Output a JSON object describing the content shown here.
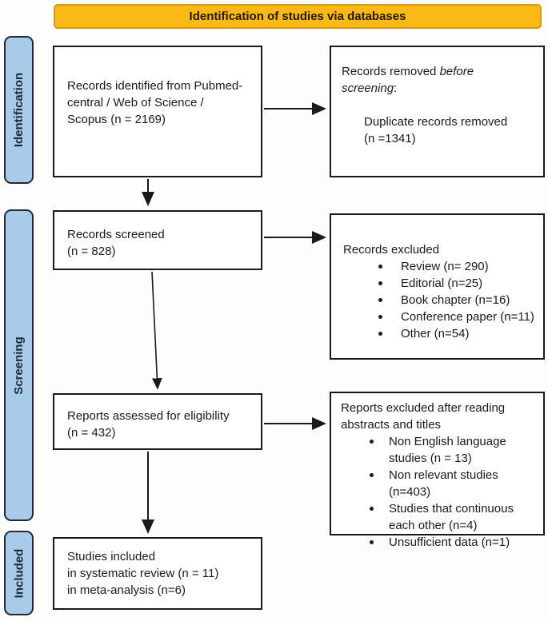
{
  "banner": {
    "title": "Identification of studies via databases"
  },
  "colors": {
    "banner_bg": "#FBB917",
    "banner_border": "#D49B10",
    "sidebar_bg": "#A9CBEA",
    "sidebar_border": "#1F2937",
    "box_bg": "#FFFFFF",
    "box_border": "#1A1A1A",
    "arrow": "#1A1A1A",
    "text": "#1A1A1A"
  },
  "sidebar": {
    "identification": "Identification",
    "screening": "Screening",
    "included": "Included"
  },
  "boxes": {
    "records_identified": {
      "lines": [
        "Records identified from Pubmed-",
        "central / Web of Science /",
        "Scopus  (n = 2169)"
      ]
    },
    "records_removed": {
      "line1_prefix": "Records removed ",
      "line1_italic": "before",
      "line2_italic": "screening",
      "line2_suffix": ":",
      "detail_lines": [
        "Duplicate records removed",
        "(n =1341)"
      ]
    },
    "records_screened": {
      "lines": [
        "Records screened",
        "(n = 828)"
      ]
    },
    "records_excluded": {
      "heading": "Records excluded",
      "items": [
        "Review (n= 290)",
        "Editorial (n=25)",
        "Book chapter (n=16)",
        "Conference paper (n=11)",
        "Other (n=54)"
      ]
    },
    "reports_assessed": {
      "lines": [
        "Reports assessed for eligibility",
        "(n = 432)"
      ]
    },
    "reports_excluded": {
      "heading_lines": [
        "Reports excluded after reading",
        "abstracts and titles"
      ],
      "items": [
        "Non English language studies (n = 13)",
        "Non relevant studies (n=403)",
        "Studies that continuous each other (n=4)",
        "Unsufficient data (n=1)"
      ]
    },
    "studies_included": {
      "lines": [
        "Studies included",
        "in systematic review (n = 11)",
        "in meta-analysis (n=6)"
      ]
    }
  }
}
